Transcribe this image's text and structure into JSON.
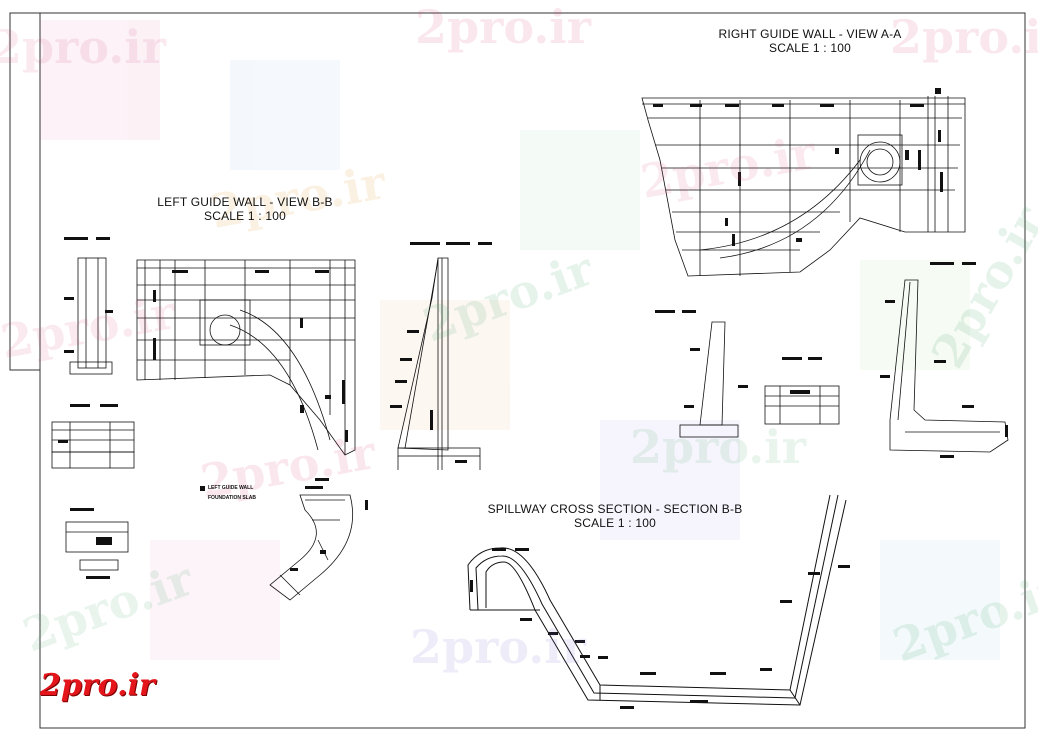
{
  "drawing": {
    "right_guide_wall": {
      "title": "RIGHT GUIDE WALL - VIEW A-A",
      "scale": "SCALE     1 : 100"
    },
    "left_guide_wall": {
      "title": "LEFT GUIDE WALL - VIEW B-B",
      "scale": "SCALE     1 : 100"
    },
    "spillway_section": {
      "title": "SPILLWAY CROSS SECTION - SECTION B-B",
      "scale": "SCALE     1 : 100"
    },
    "foundation_slab_note": {
      "line1": "LEFT GUIDE WALL",
      "line2": "FOUNDATION SLAB"
    }
  },
  "watermark": {
    "text": "2pro.ir"
  },
  "logo": {
    "text": "2pro.ir",
    "color": "#e4161c"
  },
  "colors": {
    "line": "#111111",
    "frame": "#333333",
    "background": "#ffffff"
  }
}
